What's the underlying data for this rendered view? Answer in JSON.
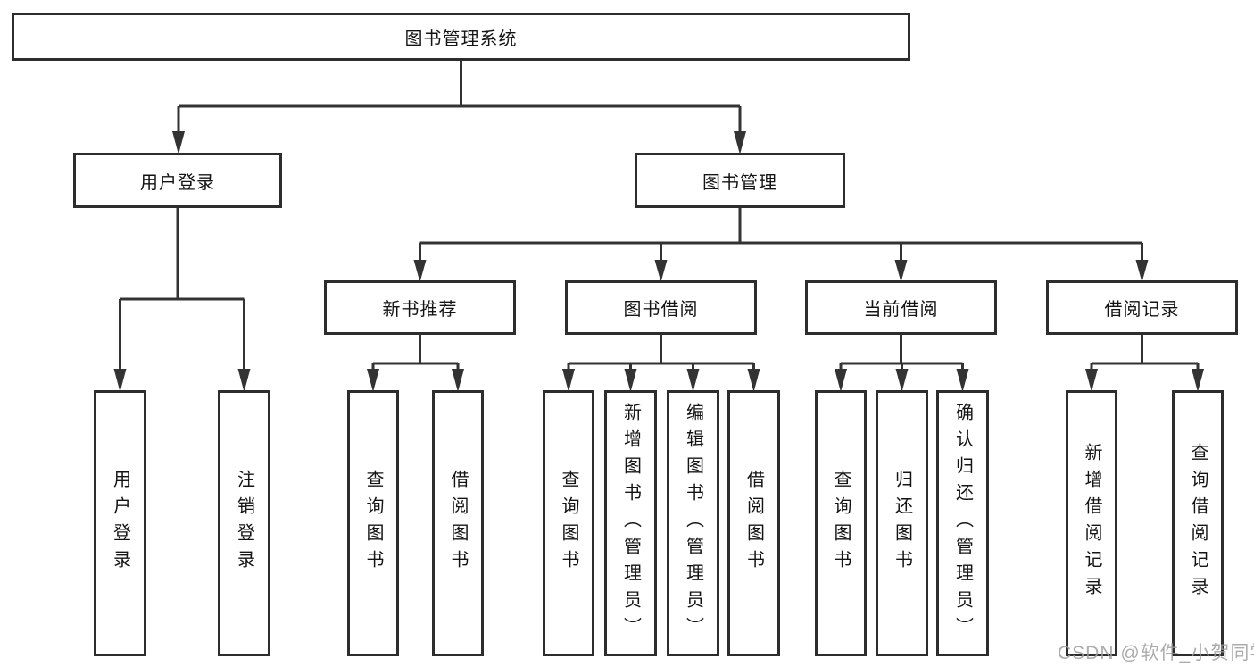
{
  "diagram": {
    "type": "tree",
    "colors": {
      "line": "#333333",
      "box_border": "#2d2d2d",
      "box_fill": "#ffffff",
      "text": "#141414",
      "watermark": "#9e9e9e",
      "background": "#ffffff"
    },
    "tree": {
      "root": {
        "label": "图书管理系统"
      },
      "branches": [
        {
          "label": "用户登录",
          "children": [
            {
              "label": "用户登录"
            },
            {
              "label": "注销登录"
            }
          ]
        },
        {
          "label": "图书管理",
          "children": [
            {
              "label": "新书推荐",
              "children": [
                {
                  "label": "查询图书"
                },
                {
                  "label": "借阅图书"
                }
              ]
            },
            {
              "label": "图书借阅",
              "children": [
                {
                  "label": "查询图书"
                },
                {
                  "label": "新增图书（管理员）"
                },
                {
                  "label": "编辑图书（管理员）"
                },
                {
                  "label": "借阅图书"
                }
              ]
            },
            {
              "label": "当前借阅",
              "children": [
                {
                  "label": "查询图书"
                },
                {
                  "label": "归还图书"
                },
                {
                  "label": "确认归还（管理员）"
                }
              ]
            },
            {
              "label": "借阅记录",
              "children": [
                {
                  "label": "新增借阅记录"
                },
                {
                  "label": "查询借阅记录"
                }
              ]
            }
          ]
        }
      ]
    },
    "watermark": "CSDN @软件_小贺同学"
  }
}
